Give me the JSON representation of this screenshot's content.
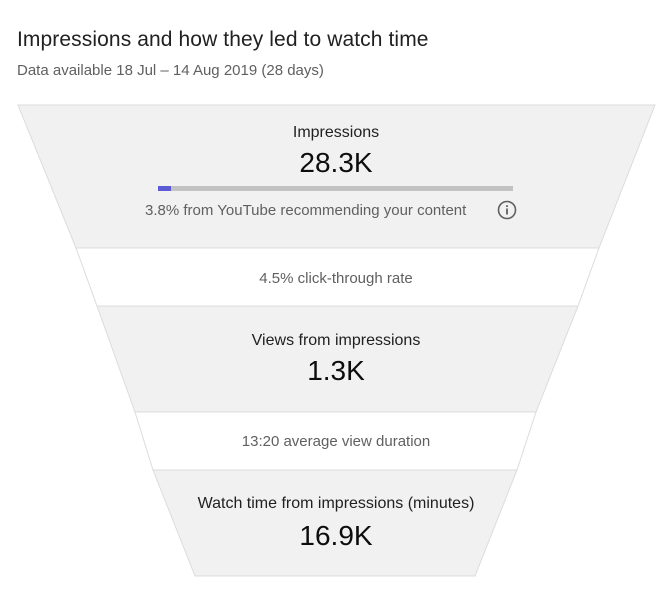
{
  "header": {
    "title": "Impressions and how they led to watch time",
    "subtitle": "Data available 18 Jul – 14 Aug 2019 (28 days)"
  },
  "funnel": {
    "impressions": {
      "label": "Impressions",
      "value": "28.3K",
      "recommendation_text": "3.8% from YouTube recommending your content",
      "recommendation_fraction": 0.038
    },
    "ctr": {
      "text": "4.5% click-through rate"
    },
    "views": {
      "label": "Views from impressions",
      "value": "1.3K"
    },
    "avg_duration": {
      "text": "13:20 average view duration"
    },
    "watch_time": {
      "label": "Watch time from impressions (minutes)",
      "value": "16.9K"
    }
  },
  "icons": {
    "info": "info-icon"
  },
  "colors": {
    "band_fill": "#f1f1f1",
    "band_border": "#dcdcdc",
    "bar_fill": "#5b5bd6",
    "bar_track": "#c2c2c2"
  }
}
